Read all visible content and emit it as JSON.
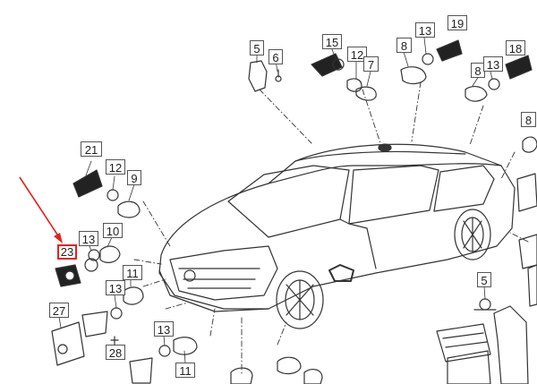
{
  "diagram": {
    "callouts": [
      {
        "id": "c5",
        "label": "5"
      },
      {
        "id": "c6",
        "label": "6"
      },
      {
        "id": "c15",
        "label": "15"
      },
      {
        "id": "c12a",
        "label": "12"
      },
      {
        "id": "c7",
        "label": "7"
      },
      {
        "id": "c8a",
        "label": "8"
      },
      {
        "id": "c13a",
        "label": "13"
      },
      {
        "id": "c19",
        "label": "19"
      },
      {
        "id": "c18",
        "label": "18"
      },
      {
        "id": "c8b",
        "label": "8"
      },
      {
        "id": "c13b",
        "label": "13"
      },
      {
        "id": "c8c",
        "label": "8"
      },
      {
        "id": "c21",
        "label": "21"
      },
      {
        "id": "c12b",
        "label": "12"
      },
      {
        "id": "c9",
        "label": "9"
      },
      {
        "id": "c13c",
        "label": "13"
      },
      {
        "id": "c10",
        "label": "10"
      },
      {
        "id": "c23",
        "label": "23",
        "highlighted": true
      },
      {
        "id": "c11a",
        "label": "11"
      },
      {
        "id": "c13d",
        "label": "13"
      },
      {
        "id": "c27",
        "label": "27"
      },
      {
        "id": "c28",
        "label": "28"
      },
      {
        "id": "c13e",
        "label": "13"
      },
      {
        "id": "c11b",
        "label": "11"
      },
      {
        "id": "c5b",
        "label": "5"
      }
    ],
    "highlight_color": "#e2231a",
    "line_color": "#333333",
    "part_fill": "#d9d9d9"
  }
}
